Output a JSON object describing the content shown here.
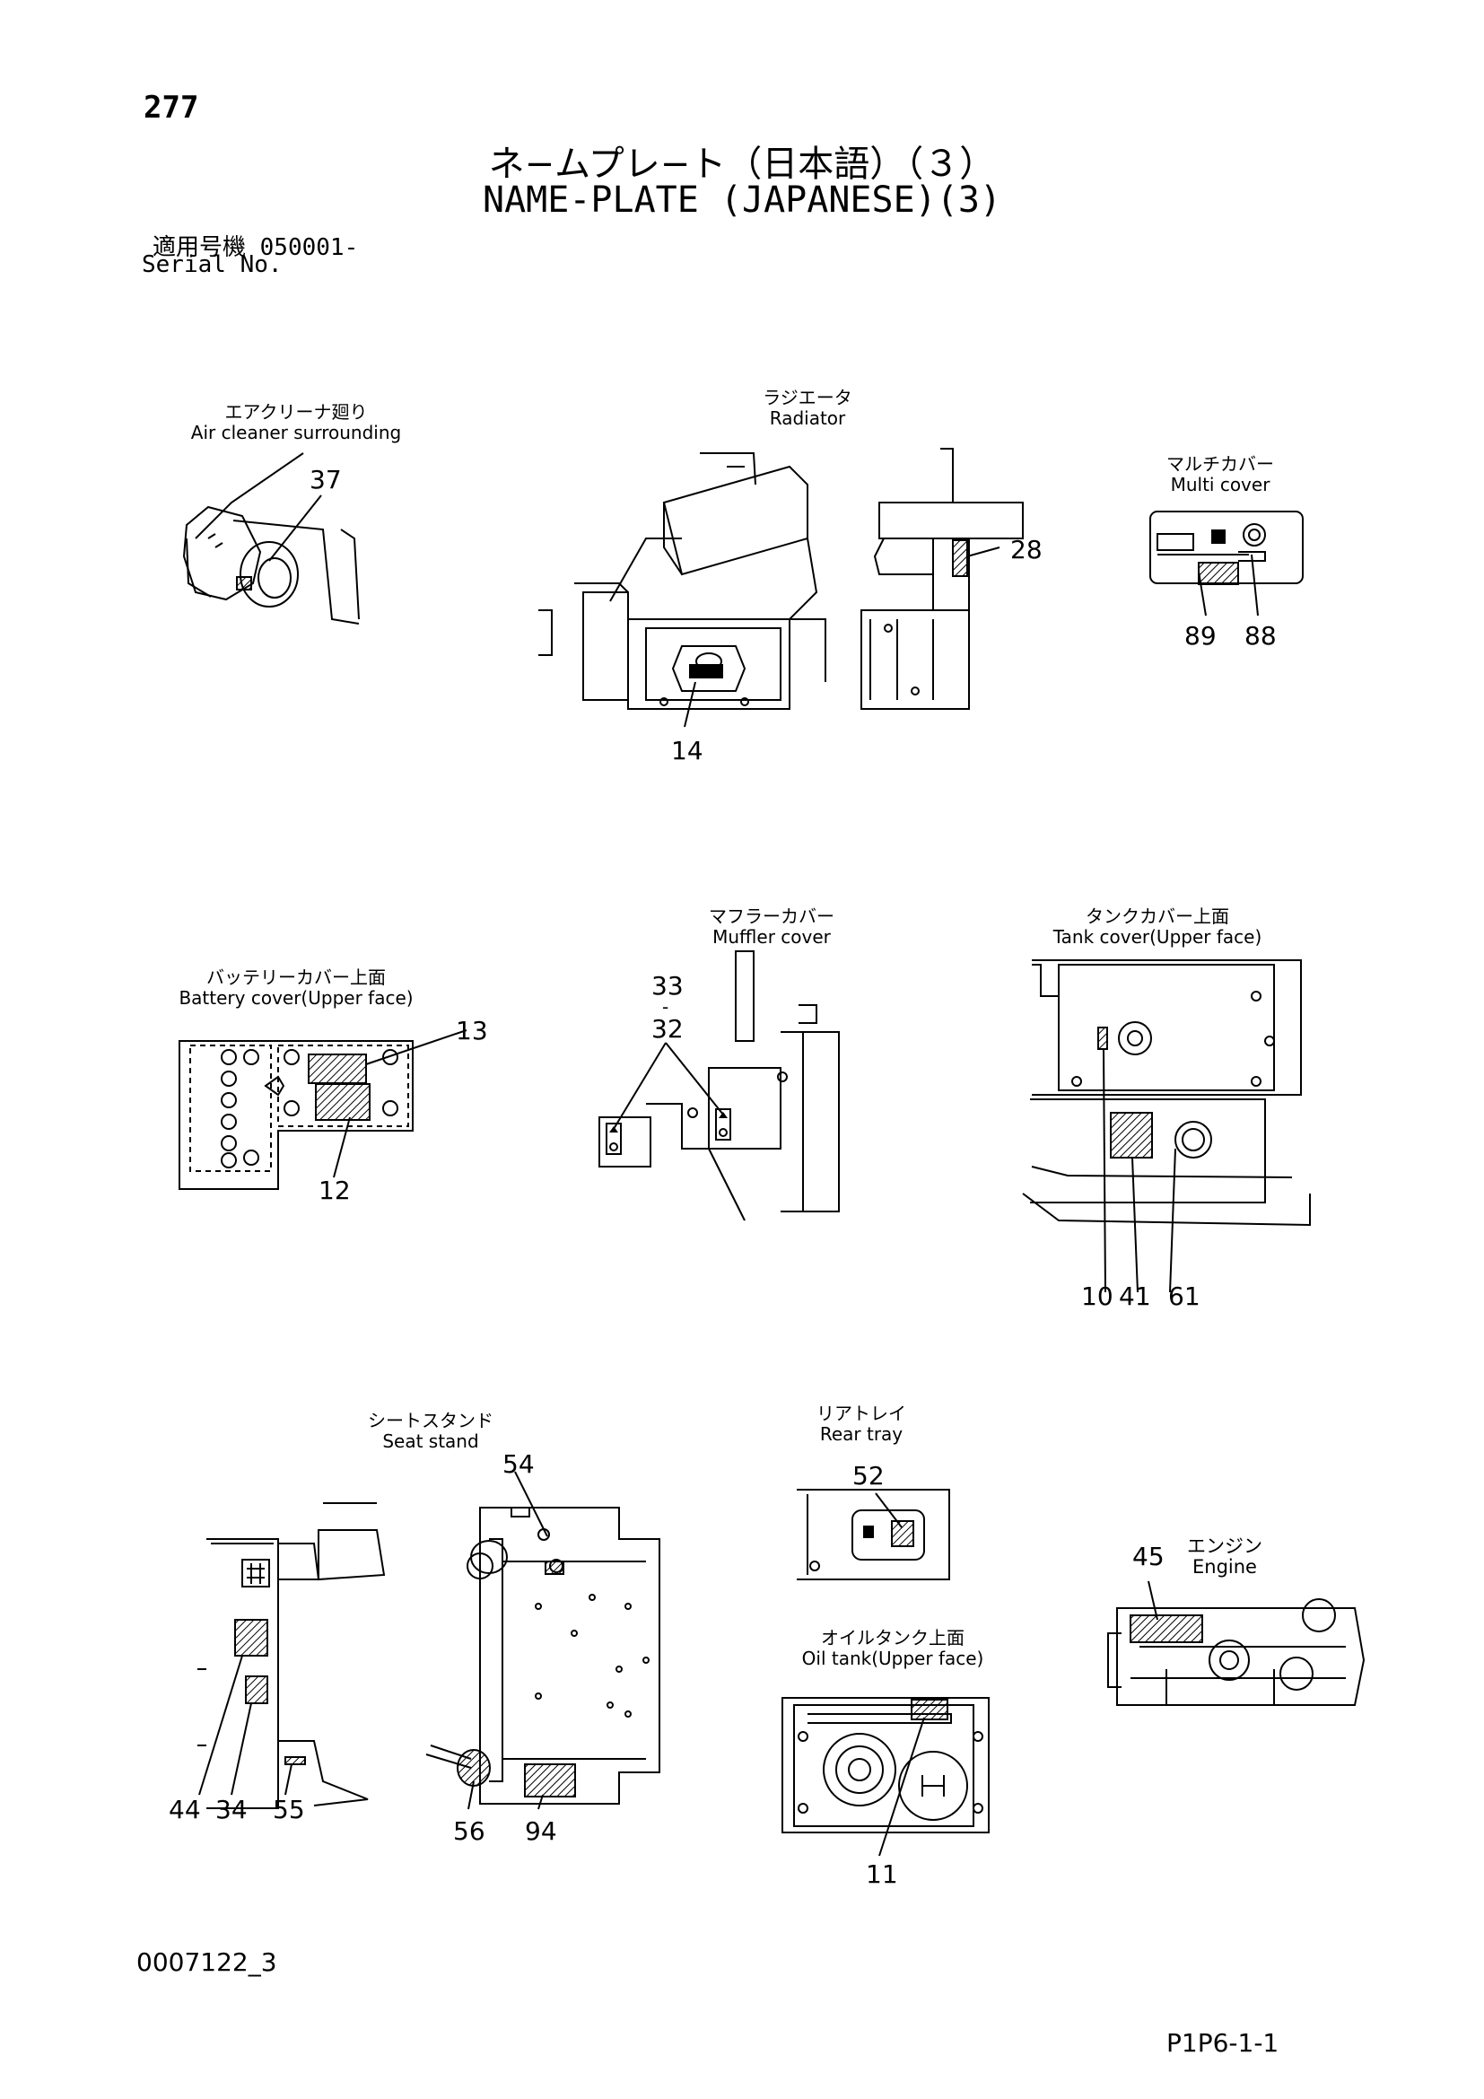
{
  "page_number": "277",
  "title_jp": "ネ−ムプレ−ト（日本語）（３）",
  "title_en": "NAME-PLATE (JAPANESE)(3)",
  "serial_jp": "適用号機  050001-",
  "serial_en": "Serial No.",
  "views": {
    "air_cleaner": {
      "jp": "エアクリーナ廻り",
      "en": "Air cleaner surrounding",
      "callouts": [
        "37"
      ]
    },
    "radiator": {
      "jp": "ラジエータ",
      "en": "Radiator",
      "callouts": [
        "28",
        "14"
      ]
    },
    "multi_cover": {
      "jp": "マルチカバー",
      "en": "Multi cover",
      "callouts": [
        "89",
        "88"
      ]
    },
    "battery_cover": {
      "jp": "バッテリーカバー上面",
      "en": "Battery cover(Upper face)",
      "callouts": [
        "13",
        "12"
      ]
    },
    "muffler_cover": {
      "jp": "マフラーカバー",
      "en": "Muffler cover",
      "callouts": [
        "33",
        "32"
      ]
    },
    "tank_cover": {
      "jp": "タンクカバー上面",
      "en": "Tank cover(Upper face)",
      "callouts": [
        "10",
        "41",
        "61"
      ]
    },
    "seat_stand": {
      "jp": "シートスタンド",
      "en": "Seat stand",
      "callouts": [
        "54",
        "44",
        "34",
        "55",
        "56",
        "94"
      ]
    },
    "rear_tray": {
      "jp": "リアトレイ",
      "en": "Rear tray",
      "callouts": [
        "52"
      ]
    },
    "oil_tank": {
      "jp": "オイルタンク上面",
      "en": "Oil tank(Upper face)",
      "callouts": [
        "11"
      ]
    },
    "engine": {
      "jp": "エンジン",
      "en": "Engine",
      "callouts": [
        "45"
      ]
    }
  },
  "footer_code": "0007122_3",
  "footer_ref": "P1P6-1-1"
}
